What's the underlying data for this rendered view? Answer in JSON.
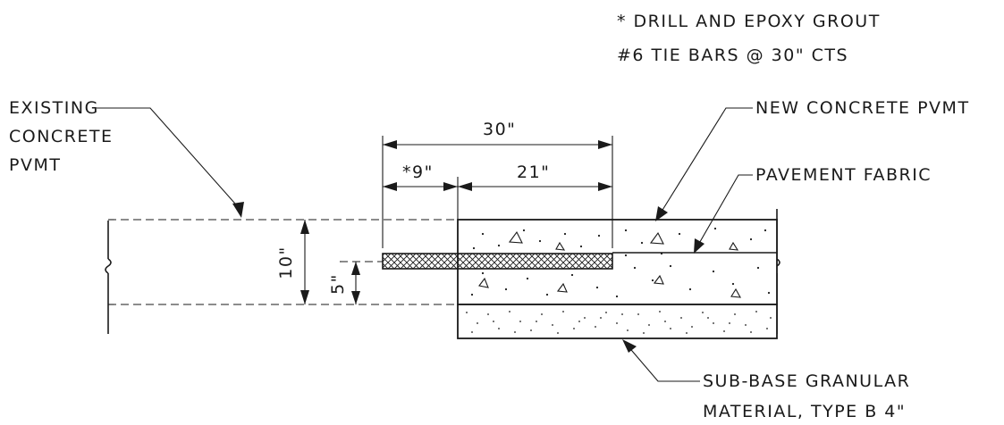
{
  "notes": {
    "line1": "* DRILL AND EPOXY GROUT",
    "line2": "#6 TIE BARS @ 30\" CTS"
  },
  "labels": {
    "existing_line1": "EXISTING",
    "existing_line2": "CONCRETE",
    "existing_line3": "PVMT",
    "new_pvmt": "NEW CONCRETE PVMT",
    "fabric": "PAVEMENT FABRIC",
    "subbase_line1": "SUB-BASE GRANULAR",
    "subbase_line2": "MATERIAL, TYPE B 4\""
  },
  "dimensions": {
    "overall": "30\"",
    "embed": "*9\"",
    "extension": "21\"",
    "thickness": "10\"",
    "mid_depth": "5\""
  },
  "colors": {
    "line": "#1a1a1a",
    "background": "#ffffff"
  }
}
